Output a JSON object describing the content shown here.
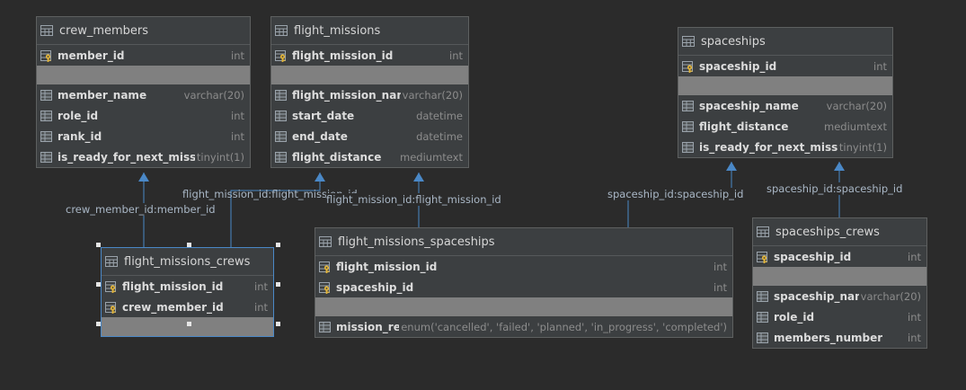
{
  "tables": [
    {
      "id": "crew_members",
      "name": "crew_members",
      "pk": [
        {
          "name": "member_id",
          "type": "int"
        }
      ],
      "cols": [
        {
          "name": "member_name",
          "type": "varchar(20)"
        },
        {
          "name": "role_id",
          "type": "int"
        },
        {
          "name": "rank_id",
          "type": "int"
        },
        {
          "name": "is_ready_for_next_mission",
          "type": "tinyint(1)"
        }
      ]
    },
    {
      "id": "flight_missions",
      "name": "flight_missions",
      "pk": [
        {
          "name": "flight_mission_id",
          "type": "int"
        }
      ],
      "cols": [
        {
          "name": "flight_mission_name",
          "type": "varchar(20)"
        },
        {
          "name": "start_date",
          "type": "datetime"
        },
        {
          "name": "end_date",
          "type": "datetime"
        },
        {
          "name": "flight_distance",
          "type": "mediumtext"
        }
      ]
    },
    {
      "id": "spaceships",
      "name": "spaceships",
      "pk": [
        {
          "name": "spaceship_id",
          "type": "int"
        }
      ],
      "cols": [
        {
          "name": "spaceship_name",
          "type": "varchar(20)"
        },
        {
          "name": "flight_distance",
          "type": "mediumtext"
        },
        {
          "name": "is_ready_for_next_mission",
          "type": "tinyint(1)"
        }
      ]
    },
    {
      "id": "flight_missions_crews",
      "name": "flight_missions_crews",
      "pk": [
        {
          "name": "flight_mission_id",
          "type": "int"
        },
        {
          "name": "crew_member_id",
          "type": "int"
        }
      ],
      "cols": []
    },
    {
      "id": "flight_missions_spaceships",
      "name": "flight_missions_spaceships",
      "pk": [
        {
          "name": "flight_mission_id",
          "type": "int"
        },
        {
          "name": "spaceship_id",
          "type": "int"
        }
      ],
      "cols": [
        {
          "name": "mission_result",
          "type": "enum('cancelled', 'failed', 'planned', 'in_progress', 'completed')"
        }
      ]
    },
    {
      "id": "spaceships_crews",
      "name": "spaceships_crews",
      "pk": [
        {
          "name": "spaceship_id",
          "type": "int"
        }
      ],
      "cols": [
        {
          "name": "spaceship_name",
          "type": "varchar(20)"
        },
        {
          "name": "role_id",
          "type": "int"
        },
        {
          "name": "members_number",
          "type": "int"
        }
      ]
    }
  ],
  "relations": [
    {
      "id": "rel1",
      "label": "crew_member_id:member_id"
    },
    {
      "id": "rel2",
      "label": "flight_mission_id:flight_mission_id"
    },
    {
      "id": "rel3",
      "label": "flight_mission_id:flight_mission_id"
    },
    {
      "id": "rel4",
      "label": "spaceship_id:spaceship_id"
    },
    {
      "id": "rel5",
      "label": "spaceship_id:spaceship_id"
    }
  ],
  "colors": {
    "background": "#2b2b2b",
    "table_bg": "#3c3f41",
    "link": "#4a88c7",
    "label": "#a9b7c6"
  },
  "icons": {
    "table": "table-icon",
    "primary_key": "primary-key-icon",
    "column": "column-icon"
  }
}
